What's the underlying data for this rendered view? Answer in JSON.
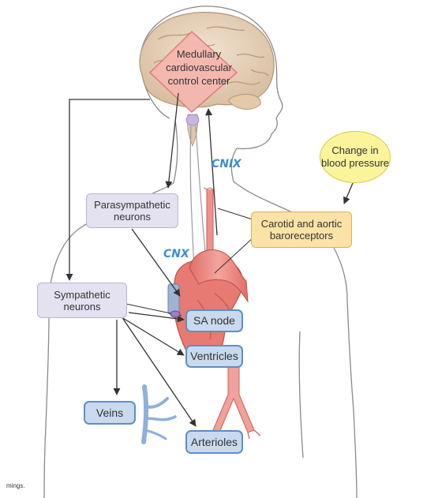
{
  "nodes": {
    "medullary_center": "Medullary cardiovascular control center",
    "parasympathetic": "Parasympathetic neurons",
    "sympathetic": "Sympathetic neurons",
    "change_bp": "Change in blood pressure",
    "baroreceptors": "Carotid and aortic baroreceptors",
    "sa_node": "SA node",
    "ventricles": "Ventricles",
    "veins": "Veins",
    "arterioles": "Arterioles"
  },
  "annotations": {
    "cn_upper": "CNⅨ",
    "cn_lower": "CNⅩ"
  },
  "footer": {
    "credit": "mings."
  },
  "colors": {
    "control_center": "#f6b7b0",
    "neurons_box": "#e4e1f1",
    "effector_box": "#c9d9ee",
    "receptor_box": "#fbe2a7",
    "stimulus_ellipse": "#fbf49a",
    "annotation_ink": "#3d8fd1"
  }
}
